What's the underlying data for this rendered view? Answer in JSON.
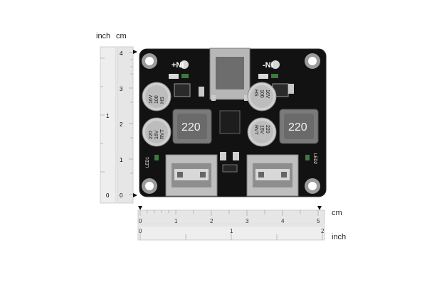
{
  "rulers": {
    "vertical": {
      "inch_unit": "inch",
      "cm_unit": "cm",
      "inch_labels": [
        "1",
        "0"
      ],
      "cm_labels": [
        "4",
        "3",
        "2",
        "1",
        "0"
      ]
    },
    "horizontal": {
      "cm_unit": "cm",
      "inch_unit": "inch",
      "cm_labels": [
        "0",
        "1",
        "2",
        "3",
        "4",
        "5"
      ],
      "inch_labels": [
        "0",
        "1",
        "2"
      ]
    }
  },
  "board": {
    "input_pos_label": "+NI",
    "input_neg_label": "-NI",
    "inductor_left_label": "220",
    "inductor_right_label": "220",
    "cap_top_left": [
      "16V",
      "100",
      "HS"
    ],
    "cap_top_right": [
      "16V",
      "100",
      "HS"
    ],
    "cap_bottom_left": [
      "220",
      "16V",
      "RVT"
    ],
    "cap_bottom_right": [
      "220",
      "16V",
      "RVT"
    ],
    "led_left": "LED1",
    "led_right": "LED2"
  }
}
